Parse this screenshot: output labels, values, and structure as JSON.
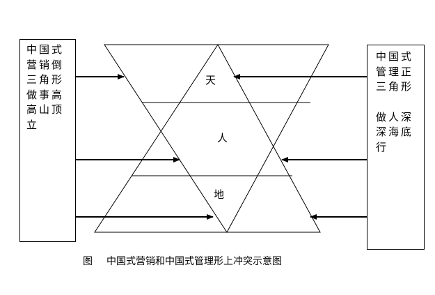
{
  "left_box": {
    "lines": [
      "中国式",
      "营销倒",
      "三角形",
      "做事高",
      "高山顶",
      "立"
    ]
  },
  "right_box": {
    "lines_top": [
      "中国式",
      "管理正",
      "三角形"
    ],
    "lines_bottom": [
      "做人深",
      "深海底",
      "行"
    ]
  },
  "zones": {
    "top": "天",
    "middle": "人",
    "bottom": "地"
  },
  "caption": {
    "prefix": "图",
    "text": "中国式营销和中国式管理形上冲突示意图"
  },
  "colors": {
    "line": "#000000",
    "background": "#ffffff"
  }
}
